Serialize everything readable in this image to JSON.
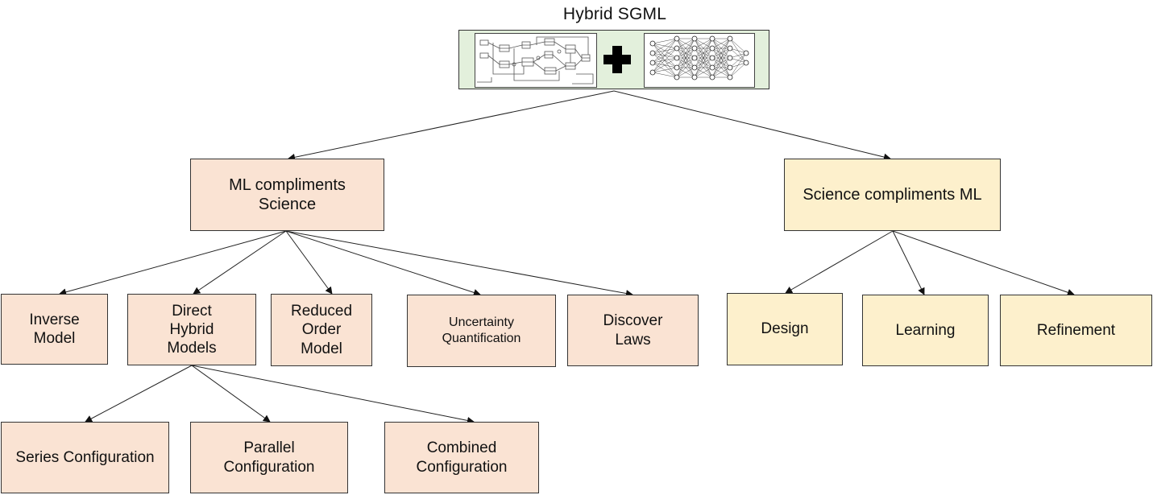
{
  "title": "Hybrid SGML",
  "root": {
    "left_thumbnail": "block-diagram-icon",
    "joiner": "plus-icon",
    "right_thumbnail": "neural-network-icon"
  },
  "branches": {
    "ml_compliments_science": "ML compliments Science",
    "science_compliments_ml": "Science compliments ML"
  },
  "science_children": {
    "inverse_model": "Inverse Model",
    "direct_hybrid_models": "Direct Hybrid Models",
    "reduced_order_model": "Reduced Order Model",
    "uncertainty_quantification": "Uncertainty Quantification",
    "discover_laws": "Discover Laws"
  },
  "hybrid_children": {
    "series": "Series Configuration",
    "parallel": "Parallel Configuration",
    "combined": "Combined Configuration"
  },
  "ml_children": {
    "design": "Design",
    "learning": "Learning",
    "refinement": "Refinement"
  },
  "colors": {
    "root_fill": "#e3f0dc",
    "science_branch_fill": "#fae3d3",
    "ml_branch_fill": "#fdf0cc",
    "outline": "#333333"
  }
}
